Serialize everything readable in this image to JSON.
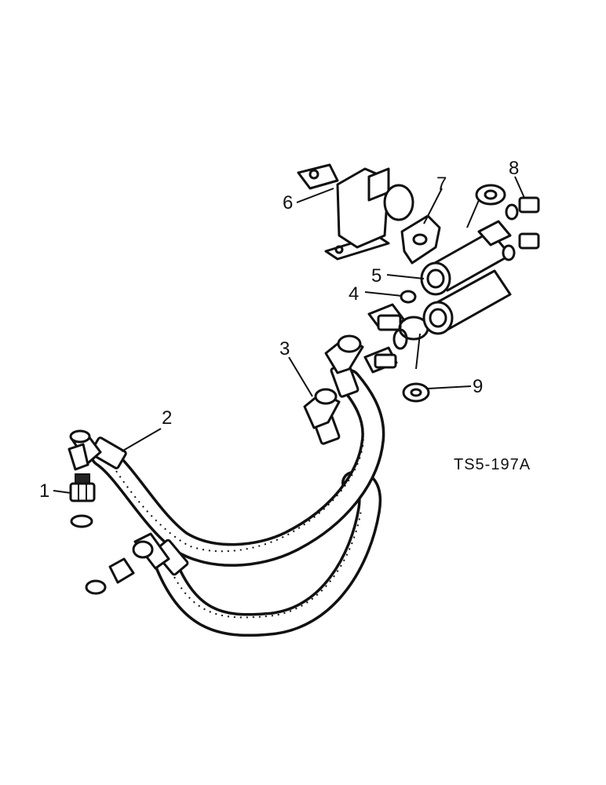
{
  "diagram": {
    "reference_code": "TS5-197A",
    "callouts": [
      {
        "id": "1",
        "label": "1"
      },
      {
        "id": "2",
        "label": "2"
      },
      {
        "id": "3",
        "label": "3"
      },
      {
        "id": "4",
        "label": "4"
      },
      {
        "id": "5",
        "label": "5"
      },
      {
        "id": "6",
        "label": "6"
      },
      {
        "id": "7",
        "label": "7"
      },
      {
        "id": "8",
        "label": "8"
      },
      {
        "id": "9",
        "label": "9"
      }
    ]
  }
}
